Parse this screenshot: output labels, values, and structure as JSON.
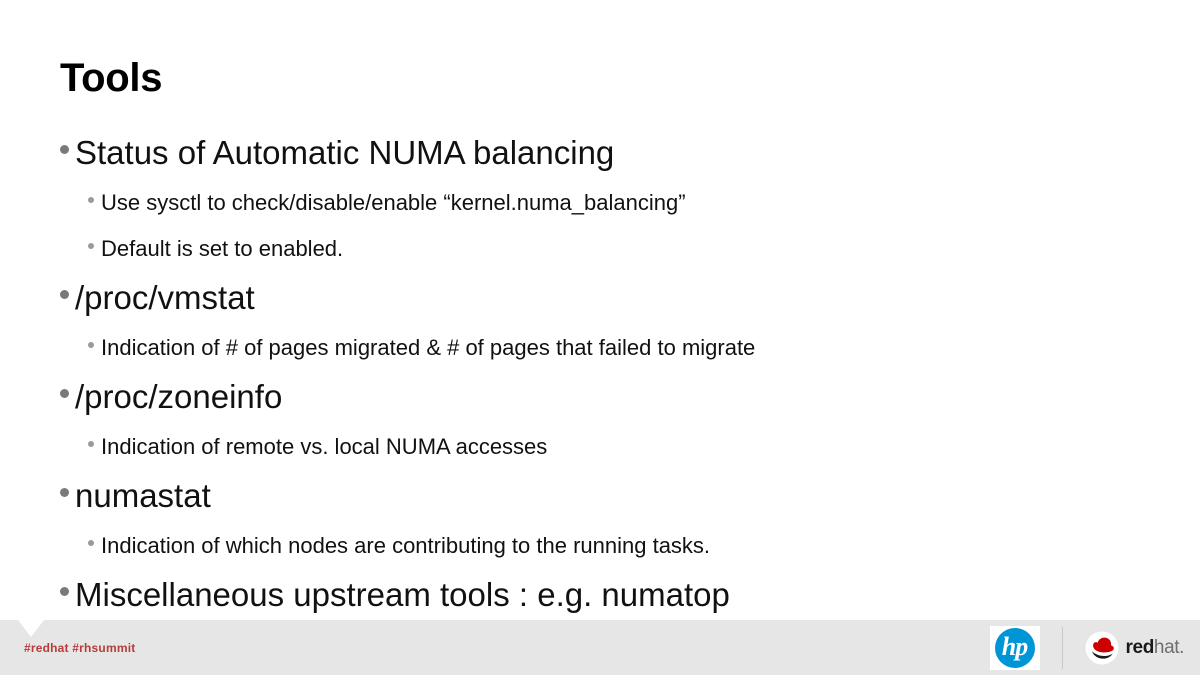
{
  "slide": {
    "title": "Tools",
    "bullets": [
      {
        "level": 1,
        "text": "Status of Automatic NUMA balancing"
      },
      {
        "level": 2,
        "text": "Use sysctl to check/disable/enable “kernel.numa_balancing”"
      },
      {
        "level": 2,
        "text": "Default is set to enabled."
      },
      {
        "level": 1,
        "text": "/proc/vmstat"
      },
      {
        "level": 2,
        "text": "Indication of # of pages migrated & # of pages that failed to migrate"
      },
      {
        "level": 1,
        "text": "/proc/zoneinfo"
      },
      {
        "level": 2,
        "text": "Indication of remote vs. local NUMA accesses"
      },
      {
        "level": 1,
        "text": "numastat"
      },
      {
        "level": 2,
        "text": "Indication of which nodes are contributing to the running tasks."
      },
      {
        "level": 1,
        "text": "Miscellaneous upstream tools : e.g. numatop"
      }
    ]
  },
  "footer": {
    "hashtags": "#redhat  #rhsummit",
    "hashtag_color": "#b83b3b",
    "background_color": "#e6e6e6",
    "logos": {
      "hp": {
        "name": "hp-logo",
        "wordmark": "hp",
        "brand_color": "#0096d6"
      },
      "redhat": {
        "name": "redhat-logo",
        "word_bold": "red",
        "word_light": "hat.",
        "brand_color": "#cc0000"
      }
    }
  }
}
